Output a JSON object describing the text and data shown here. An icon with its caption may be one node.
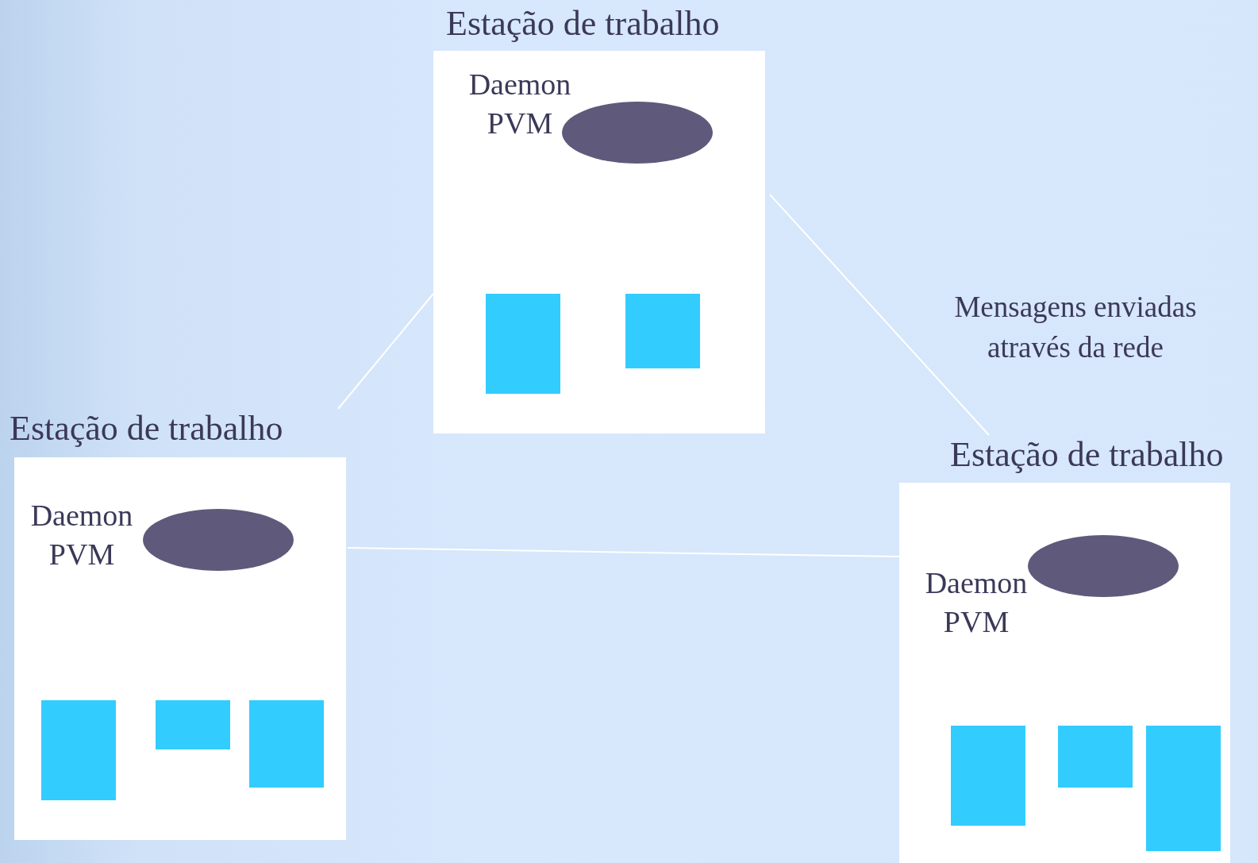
{
  "diagram": {
    "nodes": [
      {
        "text": [
          "Estação de trabalho"
        ]
      },
      {
        "text": [],
        "shape": "ellipse",
        "beside": [
          "Daemon PVM"
        ],
        "in": 0
      },
      {
        "text": [],
        "shape": "box",
        "in": 0
      },
      {
        "text": [],
        "shape": "box",
        "in": 0
      },
      {
        "text": [
          "Estação de trabalho"
        ]
      },
      {
        "text": [],
        "shape": "ellipse",
        "beside": [
          "Daemon PVM"
        ],
        "in": 4
      },
      {
        "text": [],
        "shape": "box",
        "in": 4
      },
      {
        "text": [],
        "shape": "box",
        "in": 4
      },
      {
        "text": [],
        "shape": "box",
        "in": 4
      },
      {
        "text": [
          "Estação de trabalho"
        ]
      },
      {
        "text": [],
        "shape": "ellipse",
        "beside": [
          "Daemon PVM"
        ],
        "in": 9
      },
      {
        "text": [],
        "shape": "box",
        "in": 9
      },
      {
        "text": [],
        "shape": "box",
        "in": 9
      },
      {
        "text": [],
        "shape": "box",
        "in": 9
      }
    ],
    "edges": [
      {
        "from": 0,
        "to": 4,
        "arrow": "none"
      },
      {
        "from": 0,
        "to": 9,
        "arrow": "none"
      },
      {
        "from": 4,
        "to": 9,
        "arrow": "none"
      }
    ],
    "labels": [
      "Mensagens enviadas através da rede"
    ]
  }
}
